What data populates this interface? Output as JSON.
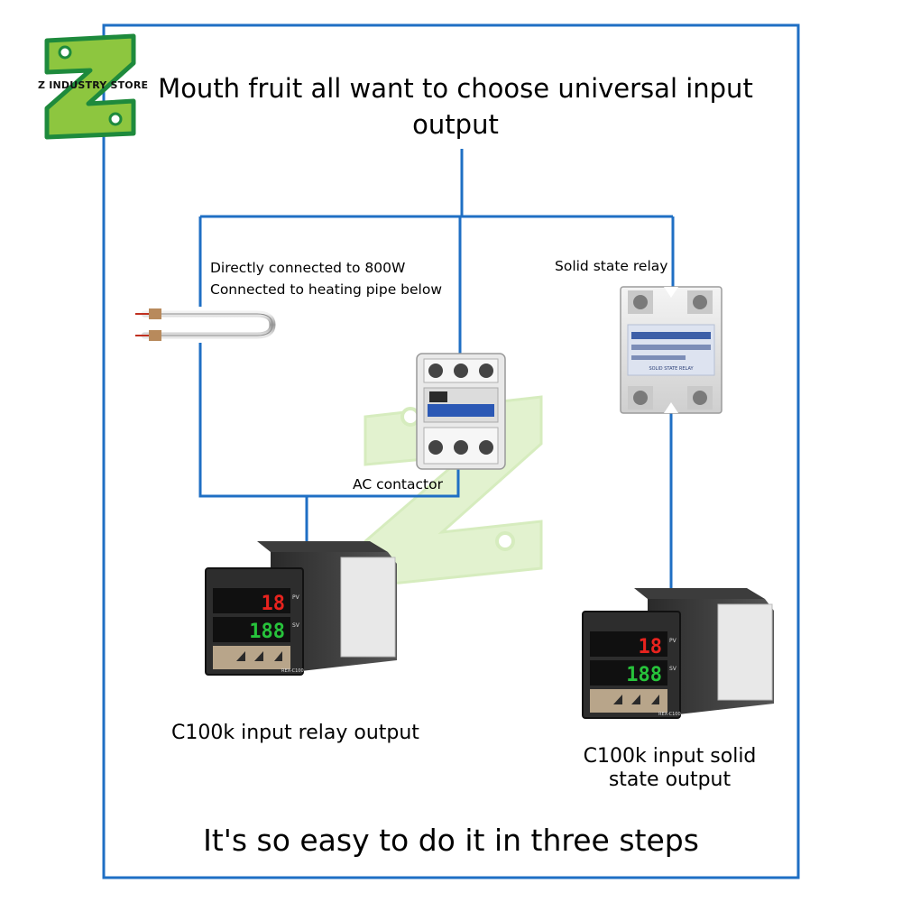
{
  "brand": {
    "store_name": "Z INDUSTRY STORE",
    "logo_letter": "Z",
    "logo_colors": {
      "green_light": "#8dc63f",
      "green_dark": "#1e8a3c",
      "watermark": "#c8e6a8"
    }
  },
  "diagram": {
    "title": "Mouth fruit all want to choose universal input output",
    "heater_caption_line1": "Directly connected to 800W",
    "heater_caption_line2": "Connected to heating pipe below",
    "ssr_caption": "Solid state relay",
    "contactor_caption": "AC contactor",
    "left_controller_caption": "C100k input relay output",
    "right_controller_caption": "C100k input solid state output",
    "footer": "It's so easy to do it in three steps",
    "line_color": "#1f6fc4",
    "frame_color": "#1f6fc4"
  },
  "controllers": {
    "pv_value": "18",
    "sv_value": "188",
    "pv_label": "PV",
    "sv_label": "SV",
    "model": "REX-C100",
    "pv_color": "#e8231e",
    "sv_color": "#27c33b"
  },
  "ssr": {
    "label": "SOLID STATE RELAY"
  }
}
